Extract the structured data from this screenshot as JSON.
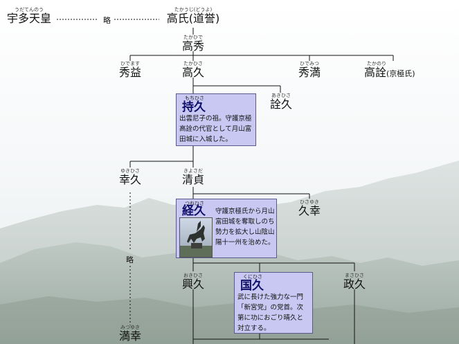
{
  "persons": {
    "uda": {
      "ruby": "うだてんのう",
      "name": "宇多天皇"
    },
    "takauji": {
      "ruby": "たかうじ(どうよ)",
      "name": "高氏(道誉)"
    },
    "takahide": {
      "ruby": "たかひで",
      "name": "高秀"
    },
    "hidemasu": {
      "ruby": "ひでます",
      "name": "秀益"
    },
    "takahisa": {
      "ruby": "たかひさ",
      "name": "高久"
    },
    "hidemitsu": {
      "ruby": "ひでみつ",
      "name": "秀満"
    },
    "takanori": {
      "ruby": "たかのり",
      "name": "高詮",
      "note": "(京極氏)"
    },
    "akihisa": {
      "ruby": "あきひさ",
      "name": "詮久"
    },
    "yukihisa": {
      "ruby": "ゆきひさ",
      "name": "幸久"
    },
    "kiyosada": {
      "ruby": "きよさだ",
      "name": "清貞"
    },
    "hisayuki": {
      "ruby": "ひさゆき",
      "name": "久幸"
    },
    "okihisa": {
      "ruby": "おきひさ",
      "name": "興久"
    },
    "masahisa": {
      "ruby": "まさひさ",
      "name": "政久"
    },
    "mitsuyuki": {
      "ruby": "みつゆき",
      "name": "満幸"
    }
  },
  "cards": {
    "mochihisa": {
      "ruby": "もちひさ",
      "name": "持久",
      "desc": "出雲尼子の祖。守護京極高詮の代官として月山富田城に入城した。"
    },
    "tsunehisa": {
      "ruby": "つねひさ",
      "name": "経久",
      "desc": "守護京極氏から月山富田城を奪取しのち勢力を拡大し山陰山陽十一州を治めた。"
    },
    "kunihisa": {
      "ruby": "くにひさ",
      "name": "国久",
      "desc": "武に長けた強力な一門「新宮党」の党首。次第に功におごり晴久と対立する。"
    }
  },
  "labels": {
    "ryaku1": "略",
    "ryaku2": "略"
  },
  "colors": {
    "card_bg": "#c8c8f2",
    "card_name": "#10106a"
  }
}
